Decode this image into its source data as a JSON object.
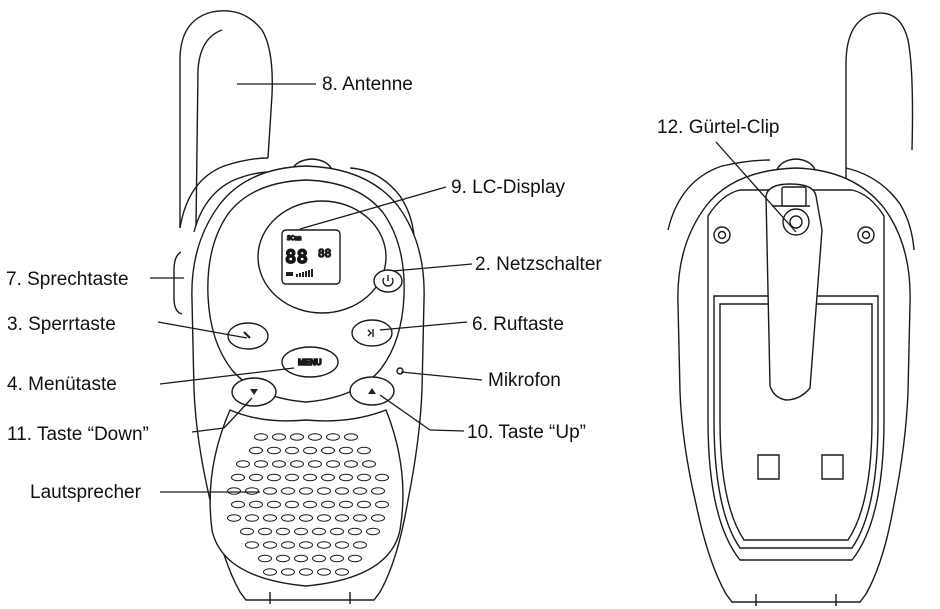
{
  "labels": {
    "antenna": "8. Antenne",
    "lcd": "9. LC-Display",
    "ptt": "7. Sprechtaste",
    "power": "2. Netzschalter",
    "lock": "3. Sperrtaste",
    "call": "6. Ruftaste",
    "menu": "4. Menütaste",
    "mic": "Mikrofon",
    "down": "11. Taste “Down”",
    "up": "10. Taste “Up”",
    "speaker": "Lautsprecher",
    "clip": "12. Gürtel-Clip"
  },
  "device": {
    "menu_button_text": "MENU",
    "lcd_scan": "SCan",
    "lcd_digits": "88",
    "lcd_small_digits": "88"
  },
  "colors": {
    "line": "#1a1a1a",
    "text": "#111111",
    "background": "#ffffff"
  }
}
